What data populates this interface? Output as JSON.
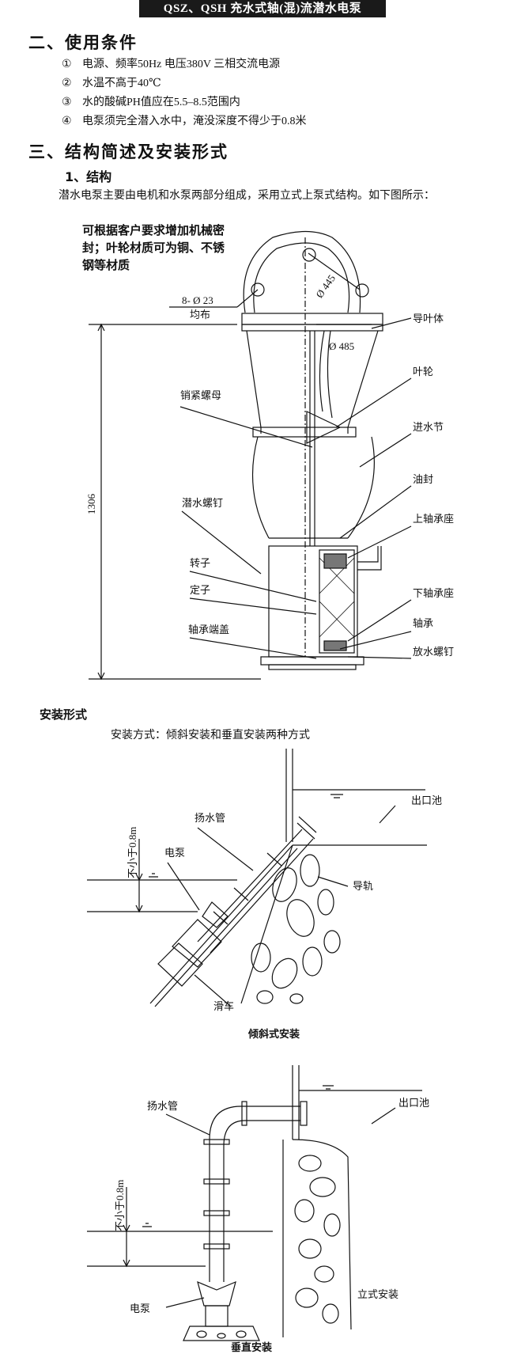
{
  "banner": "QSZ、QSH 充水式轴(混)流潜水电泵",
  "section2": {
    "title": "二、使用条件",
    "items": [
      {
        "num": "①",
        "text": "电源、频率50Hz 电压380V 三相交流电源"
      },
      {
        "num": "②",
        "text": "水温不高于40℃"
      },
      {
        "num": "③",
        "text": "水的酸碱PH值应在5.5–8.5范围内"
      },
      {
        "num": "④",
        "text": "电泵须完全潜入水中，淹没深度不得少于0.8米"
      }
    ]
  },
  "section3": {
    "title": "三、结构简述及安装形式",
    "sub1": "1、结构",
    "desc": "潜水电泵主要由电机和水泵两部分组成，采用立式上泵式结构。如下图所示：",
    "note_lines": [
      "可根据客户要求增加机械密",
      "封；叶轮材质可为铜、不锈",
      "钢等材质"
    ]
  },
  "diagram1": {
    "dims": {
      "holes": "8- Ø 23",
      "holes2": "均布",
      "d445": "Ø 445",
      "d485": "Ø 485",
      "height": "1306"
    },
    "right_labels": [
      "导叶体",
      "叶轮",
      "进水节",
      "油封",
      "上轴承座",
      "下轴承座",
      "轴承",
      "放水螺钉"
    ],
    "left_labels": [
      "销紧螺母",
      "潜水螺钉",
      "转子",
      "定子",
      "轴承端盖"
    ]
  },
  "install": {
    "title": "安装形式",
    "desc": "安装方式：倾斜安装和垂直安装两种方式",
    "incline": {
      "outlet": "出口池",
      "pipe": "扬水管",
      "pump": "电泵",
      "min_depth": "不小于0.8m",
      "rail": "导轨",
      "trolley": "滑车",
      "caption": "倾斜式安装"
    },
    "vertical": {
      "pipe": "扬水管",
      "outlet": "出口池",
      "min_depth": "不小于0.8m",
      "pump": "电泵",
      "note": "立式安装",
      "caption": "垂直安装"
    }
  }
}
